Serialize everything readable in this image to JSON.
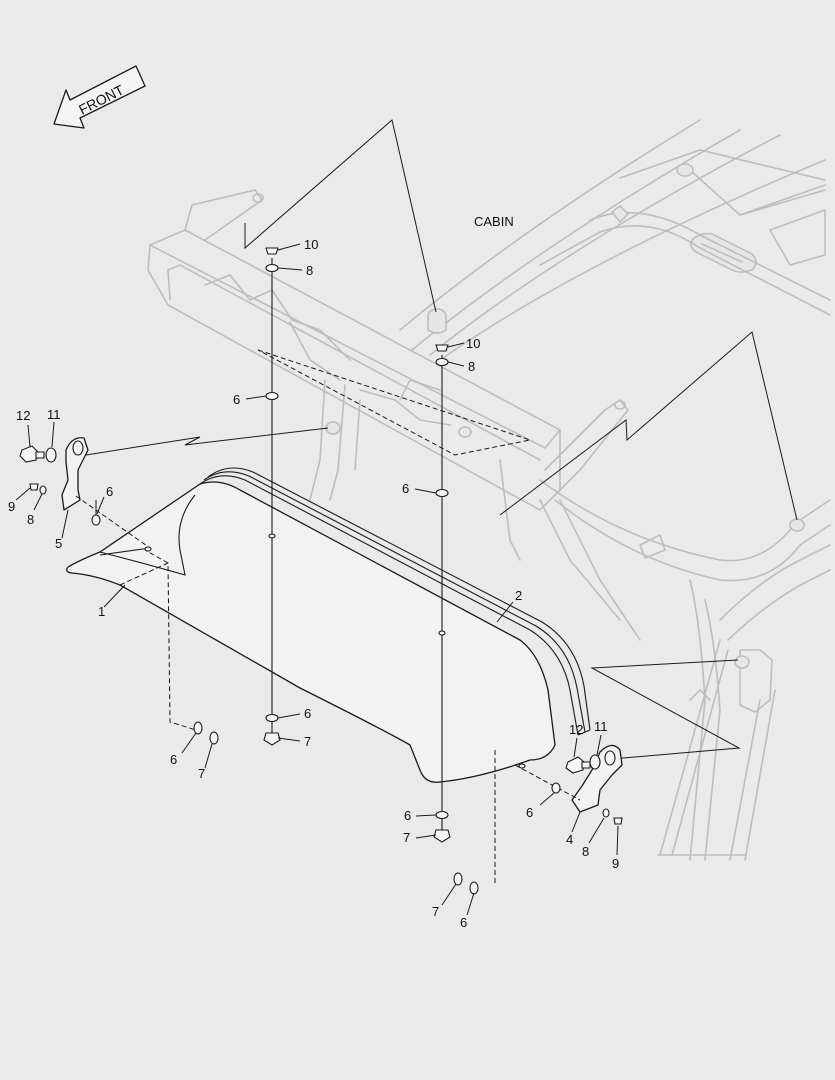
{
  "orientation": {
    "arrow_text": "FRONT"
  },
  "cabin": {
    "label": "CABIN"
  },
  "colors": {
    "background": "#eaeaea",
    "cabin_outline": "#bdbdbd",
    "part_outline": "#1a1a1a"
  },
  "callouts": [
    {
      "id": "c10a",
      "text": "10"
    },
    {
      "id": "c8a",
      "text": "8"
    },
    {
      "id": "c10b",
      "text": "10"
    },
    {
      "id": "c8b",
      "text": "8"
    },
    {
      "id": "c6a",
      "text": "6"
    },
    {
      "id": "c12a",
      "text": "12"
    },
    {
      "id": "c11a",
      "text": "11"
    },
    {
      "id": "c6b",
      "text": "6"
    },
    {
      "id": "c9a",
      "text": "9"
    },
    {
      "id": "c8c",
      "text": "8"
    },
    {
      "id": "c6c",
      "text": "6"
    },
    {
      "id": "c5",
      "text": "5"
    },
    {
      "id": "c1",
      "text": "1"
    },
    {
      "id": "c2",
      "text": "2"
    },
    {
      "id": "c6d",
      "text": "6"
    },
    {
      "id": "c7a",
      "text": "7"
    },
    {
      "id": "c6e",
      "text": "6"
    },
    {
      "id": "c7b",
      "text": "7"
    },
    {
      "id": "c12b",
      "text": "12"
    },
    {
      "id": "c11b",
      "text": "11"
    },
    {
      "id": "c6f",
      "text": "6"
    },
    {
      "id": "c6g",
      "text": "6"
    },
    {
      "id": "c4",
      "text": "4"
    },
    {
      "id": "c8d",
      "text": "8"
    },
    {
      "id": "c9b",
      "text": "9"
    },
    {
      "id": "c7c",
      "text": "7"
    },
    {
      "id": "c7d",
      "text": "7"
    },
    {
      "id": "c6h",
      "text": "6"
    }
  ]
}
